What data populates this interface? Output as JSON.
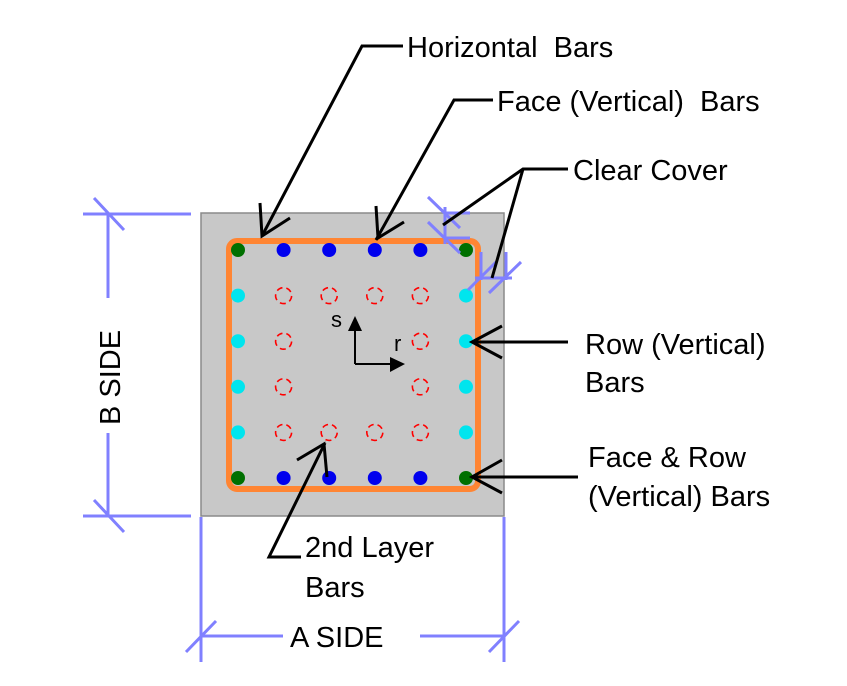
{
  "diagram": {
    "title": "Rectangular column section reinforcement layout",
    "colors": {
      "section_fill": "#c8c8c8",
      "section_stroke": "#8a8a8a",
      "tie": "#ff8533",
      "corner_bar": "#007000",
      "face_bar": "#0000ee",
      "row_bar": "#00e5ee",
      "second_layer_bar": "#ff0000",
      "dimension": "#8080ff",
      "leader": "#000000"
    },
    "grid": {
      "bars_per_face": 6,
      "bars_per_row": 6,
      "second_layer_per_face": 4
    },
    "labels": {
      "horizontal_bars": "Horizontal  Bars",
      "face_bars": "Face (Vertical)  Bars",
      "clear_cover": "Clear Cover",
      "row_bars_line1": "Row (Vertical)",
      "row_bars_line2": "Bars",
      "face_row_bars_line1": "Face & Row",
      "face_row_bars_line2": "(Vertical) Bars",
      "second_layer_line1": "2nd Layer",
      "second_layer_line2": "Bars",
      "a_side": "A SIDE",
      "b_side": "B SIDE",
      "axis_s": "s",
      "axis_r": "r"
    }
  }
}
